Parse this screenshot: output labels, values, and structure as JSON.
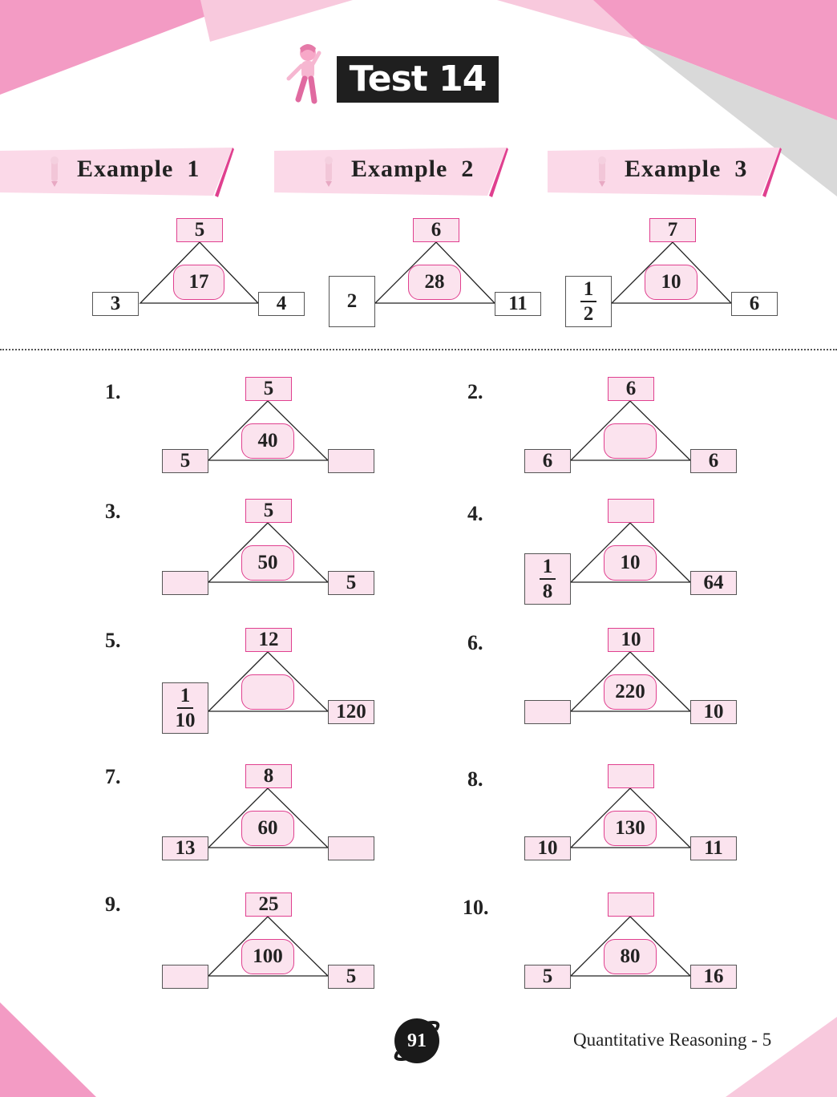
{
  "page": {
    "title": "Test 14",
    "page_number": "91",
    "footer": "Quantitative Reasoning - 5",
    "accent_color": "#f39bc4",
    "box_fill": "#fbe3ee",
    "box_border": "#e0408f"
  },
  "examples": [
    {
      "label": "Example",
      "num": "1",
      "top": "5",
      "center": "17",
      "left": "3",
      "right": "4"
    },
    {
      "label": "Example",
      "num": "2",
      "top": "6",
      "center": "28",
      "left": "2",
      "right": "11"
    },
    {
      "label": "Example",
      "num": "3",
      "top": "7",
      "center": "10",
      "left": {
        "numerator": "1",
        "denominator": "2"
      },
      "right": "6"
    }
  ],
  "questions": [
    {
      "number": "1.",
      "top": "5",
      "center": "40",
      "left": "5",
      "right": ""
    },
    {
      "number": "2.",
      "top": "6",
      "center": "",
      "left": "6",
      "right": "6"
    },
    {
      "number": "3.",
      "top": "5",
      "center": "50",
      "left": "",
      "right": "5"
    },
    {
      "number": "4.",
      "top": "",
      "center": "10",
      "left": {
        "numerator": "1",
        "denominator": "8"
      },
      "right": "64"
    },
    {
      "number": "5.",
      "top": "12",
      "center": "",
      "left": {
        "numerator": "1",
        "denominator": "10"
      },
      "right": "120"
    },
    {
      "number": "6.",
      "top": "10",
      "center": "220",
      "left": "",
      "right": "10"
    },
    {
      "number": "7.",
      "top": "8",
      "center": "60",
      "left": "13",
      "right": ""
    },
    {
      "number": "8.",
      "top": "",
      "center": "130",
      "left": "10",
      "right": "11"
    },
    {
      "number": "9.",
      "top": "25",
      "center": "100",
      "left": "",
      "right": "5"
    },
    {
      "number": "10.",
      "top": "",
      "center": "80",
      "left": "5",
      "right": "16"
    }
  ]
}
